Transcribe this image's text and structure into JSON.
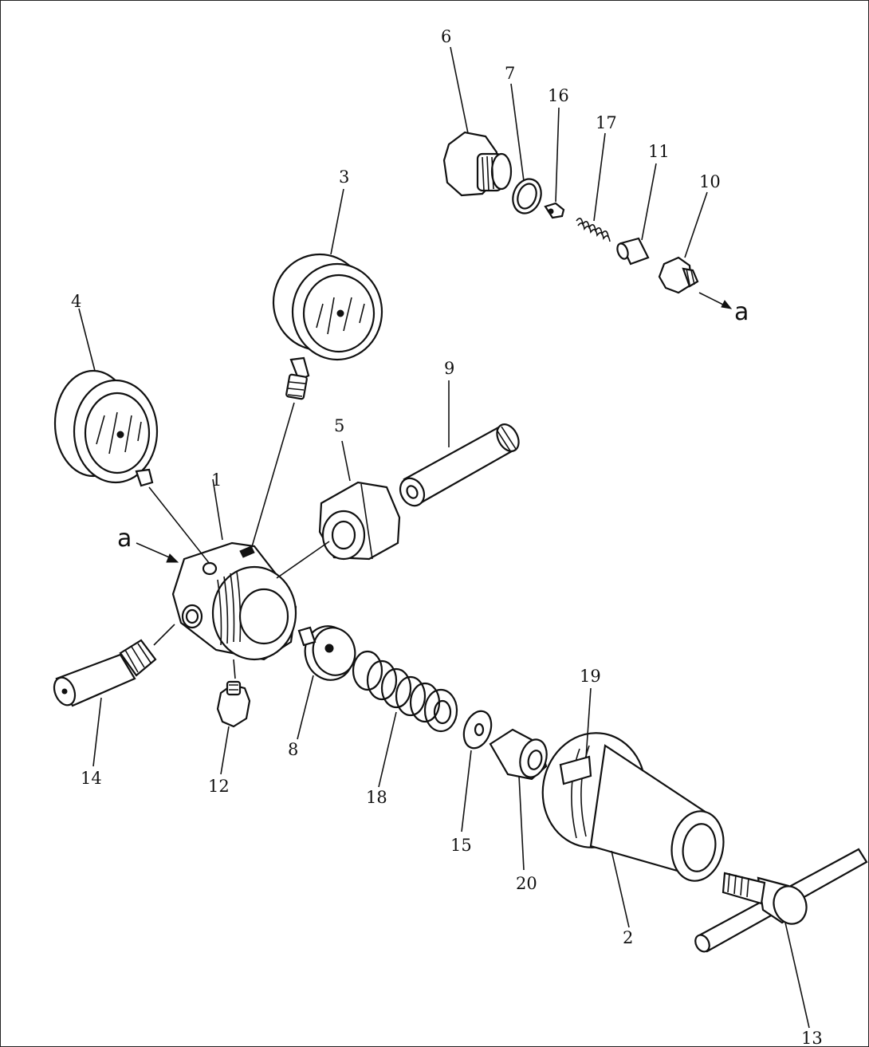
{
  "diagram": {
    "callouts": {
      "p1": "1",
      "p2": "2",
      "p3": "3",
      "p4": "4",
      "p5": "5",
      "p6": "6",
      "p7": "7",
      "p8": "8",
      "p9": "9",
      "p10": "10",
      "p11": "11",
      "p12": "12",
      "p13": "13",
      "p14": "14",
      "p15": "15",
      "p16": "16",
      "p17": "17",
      "p18": "18",
      "p19": "19",
      "p20": "20"
    },
    "view_marker": "a",
    "view_marker_detail": "a"
  }
}
